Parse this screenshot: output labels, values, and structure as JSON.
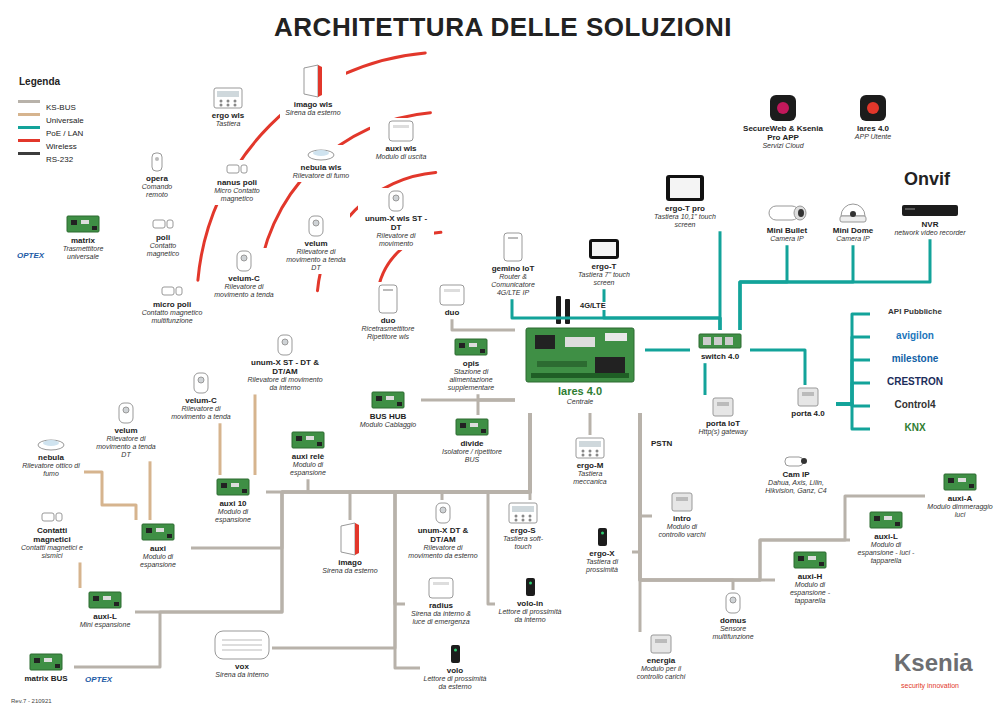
{
  "diagram": {
    "title": "ARCHITETTURA DELLE SOLUZIONI",
    "nodes": [
      {
        "text": [
          "imago wls",
          "Sirena da esterno"
        ]
      },
      {
        "text": [
          "ergo wls",
          "Tastiera"
        ]
      },
      {
        "text": [
          "auxi wls",
          "Modulo di uscita"
        ]
      },
      {
        "text": [
          "nebula wls",
          "Rilevatore di fumo"
        ]
      },
      {
        "text": [
          "opera",
          "Comando remoto"
        ]
      },
      {
        "text": [
          "nanus poli",
          "Micro Contatto magnetico"
        ]
      },
      {
        "text": [
          "unum-X wls ST - DT",
          "Rilevatore di movimento"
        ]
      },
      {
        "text": [
          "poli",
          "Contatto magnetico"
        ]
      },
      {
        "text": [
          "velum",
          "Rilevatore di movimento a tenda DT"
        ]
      },
      {
        "text": [
          "velum-C",
          "Rilevatore di movimento a tenda"
        ]
      },
      {
        "text": [
          "duo",
          "Ricetrasmettitore Ripetitore wls"
        ]
      },
      {
        "text": [
          "micro poli",
          "Contatto magnetico multifunzione"
        ]
      },
      {
        "text": [
          "matrix",
          "Trasmettitore universale"
        ]
      },
      {
        "text": [
          "SecureWeb & Ksenia Pro APP",
          "Servizi Cloud"
        ]
      },
      {
        "text": [
          "lares 4.0",
          "APP Utente"
        ]
      },
      {
        "text": [
          "ergo-T pro",
          "Tastiera 10,1\" touch screen"
        ]
      },
      {
        "text": [
          "ergo-T",
          "Tastiera 7\" touch screen"
        ]
      },
      {
        "text": [
          "gemino IoT",
          "Router & Comunicatore 4G/LTE IP"
        ]
      },
      {
        "text": [
          "Mini Bullet",
          "Camera IP"
        ]
      },
      {
        "text": [
          "Mini Dome",
          "Camera IP"
        ]
      },
      {
        "text": [
          "NVR",
          "network video recorder"
        ]
      },
      {
        "text": [
          "duo"
        ]
      },
      {
        "text": [
          "lares 4.0",
          "Centrale"
        ]
      },
      {
        "text": [
          "switch 4.0"
        ]
      },
      {
        "text": [
          "API Pubbliche"
        ]
      },
      {
        "text": [
          "avigilon"
        ]
      },
      {
        "text": [
          "milestone"
        ]
      },
      {
        "text": [
          "CRESTRON"
        ]
      },
      {
        "text": [
          "Control4"
        ]
      },
      {
        "text": [
          "KNX"
        ]
      },
      {
        "text": [
          "porta IoT",
          "Http(s) gateway"
        ]
      },
      {
        "text": [
          "porta 4.0"
        ]
      },
      {
        "text": [
          "Cam IP",
          "Dahua, Axis, Lilin, Hikvision, Ganz, C4"
        ]
      },
      {
        "text": [
          "opis",
          "Stazione di alimentazione supplementare"
        ]
      },
      {
        "text": [
          "BUS HUB",
          "Modulo Cablaggio"
        ]
      },
      {
        "text": [
          "divide",
          "Isolatore / ripetitore BUS"
        ]
      },
      {
        "text": [
          "unum-X ST - DT & DT/AM",
          "Rilevatore di movimento da interno"
        ]
      },
      {
        "text": [
          "velum-C",
          "Rilevatore di movimento a tenda"
        ]
      },
      {
        "text": [
          "auxi relè",
          "Modulo di espansione"
        ]
      },
      {
        "text": [
          "velum",
          "Rilevatore di movimento a tenda DT"
        ]
      },
      {
        "text": [
          "auxi 10",
          "Modulo di espansione"
        ]
      },
      {
        "text": [
          "nebula",
          "Rilevatore ottico di fumo"
        ]
      },
      {
        "text": [
          "auxi",
          "Modulo di espansione"
        ]
      },
      {
        "text": [
          "Contatti magnetici",
          "Contatti magnetici e sismici"
        ]
      },
      {
        "text": [
          "auxi-L",
          "Mini espansione"
        ]
      },
      {
        "text": [
          "matrix BUS"
        ]
      },
      {
        "text": [
          "ergo-M",
          "Tastiera meccanica"
        ]
      },
      {
        "text": [
          "ergo-S",
          "Tastiera soft-touch"
        ]
      },
      {
        "text": [
          "unum-X DT & DT/AM",
          "Rilevatore di movimento da esterno"
        ]
      },
      {
        "text": [
          "imago",
          "Sirena da esterno"
        ]
      },
      {
        "text": [
          "intro",
          "Modulo di controllo varchi"
        ]
      },
      {
        "text": [
          "ergo-X",
          "Tastiera di prossimità"
        ]
      },
      {
        "text": [
          "radius",
          "Sirena da interno & luce di emergenza"
        ]
      },
      {
        "text": [
          "volo-in",
          "Lettore di prossimità da interno"
        ]
      },
      {
        "text": [
          "auxi-A",
          "Modulo dimmeraggio luci"
        ]
      },
      {
        "text": [
          "auxi-L",
          "Modulo di espansione - luci - tapparella"
        ]
      },
      {
        "text": [
          "auxi-H",
          "Modulo di espansione - tapparella"
        ]
      },
      {
        "text": [
          "vox",
          "Sirena da interno"
        ]
      },
      {
        "text": [
          "volo",
          "Lettore di prossimità da esterno"
        ]
      },
      {
        "text": [
          "domus",
          "Sensore multifunzione"
        ]
      },
      {
        "text": [
          "energia",
          "Modulo per il controllo carichi"
        ]
      }
    ],
    "edges": [
      {
        "from": 22,
        "to": 21,
        "arrow": "none"
      },
      {
        "from": 22,
        "to": 33,
        "arrow": "none"
      },
      {
        "from": 22,
        "to": 34,
        "arrow": "none"
      },
      {
        "from": 22,
        "to": 35,
        "arrow": "none"
      },
      {
        "from": 22,
        "to": 38,
        "arrow": "none"
      },
      {
        "from": 22,
        "to": 40,
        "arrow": "none"
      },
      {
        "from": 22,
        "to": 42,
        "arrow": "none"
      },
      {
        "from": 22,
        "to": 44,
        "arrow": "none"
      },
      {
        "from": 22,
        "to": 45,
        "arrow": "none"
      },
      {
        "from": 22,
        "to": 46,
        "arrow": "none"
      },
      {
        "from": 22,
        "to": 47,
        "arrow": "none"
      },
      {
        "from": 22,
        "to": 48,
        "arrow": "none"
      },
      {
        "from": 22,
        "to": 49,
        "arrow": "none"
      },
      {
        "from": 22,
        "to": 57,
        "arrow": "none"
      },
      {
        "from": 22,
        "to": 52,
        "arrow": "none"
      },
      {
        "from": 22,
        "to": 51,
        "arrow": "none"
      },
      {
        "from": 22,
        "to": 53,
        "arrow": "none"
      },
      {
        "from": 22,
        "to": 58,
        "arrow": "none"
      },
      {
        "from": 22,
        "to": 50,
        "arrow": "none"
      },
      {
        "from": 22,
        "to": 60,
        "arrow": "none"
      },
      {
        "from": 22,
        "to": 59,
        "arrow": "none"
      },
      {
        "from": 22,
        "to": 56,
        "arrow": "none"
      },
      {
        "from": 22,
        "to": 55,
        "arrow": "none"
      },
      {
        "from": 22,
        "to": 54,
        "arrow": "none"
      },
      {
        "from": 40,
        "to": 36,
        "arrow": "none"
      },
      {
        "from": 40,
        "to": 37,
        "arrow": "none"
      },
      {
        "from": 42,
        "to": 39,
        "arrow": "none"
      },
      {
        "from": 42,
        "to": 41,
        "arrow": "none"
      },
      {
        "from": 44,
        "to": 43,
        "arrow": "none"
      },
      {
        "from": 22,
        "to": 23,
        "arrow": "none"
      },
      {
        "from": 23,
        "to": 17,
        "arrow": "none"
      },
      {
        "from": 23,
        "to": 16,
        "arrow": "none"
      },
      {
        "from": 23,
        "to": 15,
        "arrow": "none"
      },
      {
        "from": 23,
        "to": 18,
        "arrow": "none"
      },
      {
        "from": 23,
        "to": 19,
        "arrow": "none"
      },
      {
        "from": 23,
        "to": 20,
        "arrow": "none"
      },
      {
        "from": 23,
        "to": 30,
        "arrow": "none"
      },
      {
        "from": 23,
        "to": 31,
        "arrow": "none"
      },
      {
        "from": 31,
        "to": 24,
        "arrow": "none"
      },
      {
        "from": 31,
        "to": 25,
        "arrow": "none"
      },
      {
        "from": 31,
        "to": 26,
        "arrow": "none"
      },
      {
        "from": 31,
        "to": 27,
        "arrow": "none"
      },
      {
        "from": 31,
        "to": 28,
        "arrow": "none"
      },
      {
        "from": 31,
        "to": 29,
        "arrow": "none"
      }
    ],
    "labels": [
      "Legenda",
      "4G/LTE",
      "PSTN",
      "OPTEX",
      "OPTEX",
      "Onvif",
      "Rev.7 - 210921",
      "Ksenia",
      "security innovation"
    ],
    "legend": [
      {
        "text": "KS-BUS",
        "color": "#b8b2aa"
      },
      {
        "text": "Universale",
        "color": "#d6b48e"
      },
      {
        "text": "PoE / LAN",
        "color": "#13a39a"
      },
      {
        "text": "Wireless",
        "color": "#e2372b"
      },
      {
        "text": "RS-232",
        "color": "#3c3c3c"
      }
    ]
  }
}
